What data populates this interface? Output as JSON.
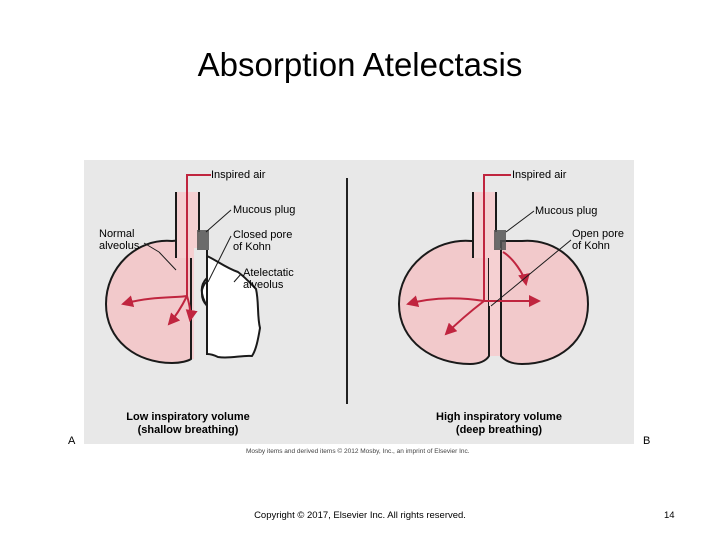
{
  "title": "Absorption Atelectasis",
  "diagram": {
    "panel_a": {
      "letter": "A",
      "inspired_air": "Inspired air",
      "mucous_plug": "Mucous plug",
      "normal_alveolus_1": "Normal",
      "normal_alveolus_2": "alveolus",
      "closed_pore_1": "Closed pore",
      "closed_pore_2": "of Kohn",
      "atelectatic_1": "Atelectatic",
      "atelectatic_2": "alveolus",
      "caption_1": "Low inspiratory volume",
      "caption_2": "(shallow breathing)"
    },
    "panel_b": {
      "letter": "B",
      "inspired_air": "Inspired air",
      "mucous_plug": "Mucous plug",
      "open_pore_1": "Open pore",
      "open_pore_2": "of Kohn",
      "caption_1": "High inspiratory volume",
      "caption_2": "(deep breathing)"
    },
    "colors": {
      "panel_bg": "#e8e8e8",
      "alveolus_fill": "#f2c9cb",
      "airway_fill": "#f5d0d2",
      "arrow": "#c0253f",
      "outline": "#1a1a1a"
    }
  },
  "credit": "Mosby items and derived items © 2012 Mosby, Inc., an imprint of Elsevier Inc.",
  "footer": "Copyright © 2017, Elsevier Inc. All rights reserved.",
  "slide_number": "14"
}
